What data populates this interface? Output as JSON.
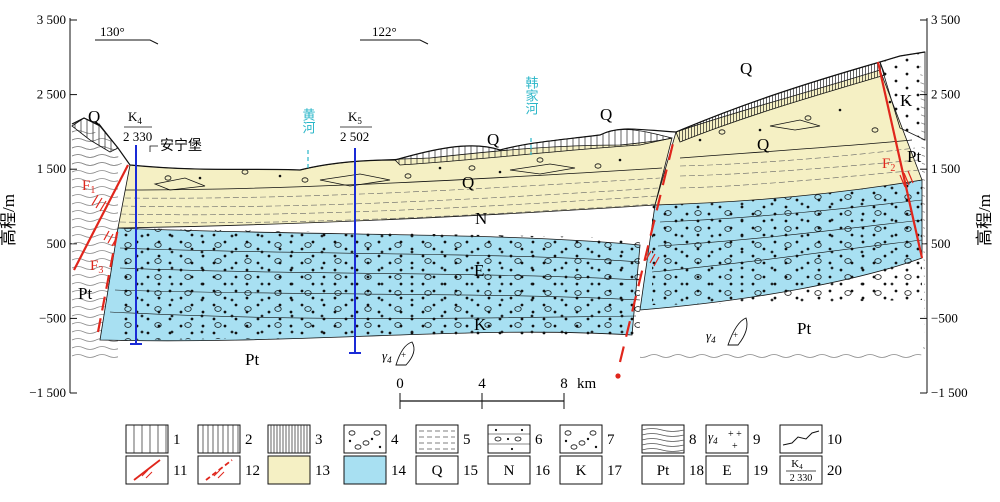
{
  "axis": {
    "ylabel": "高程/m",
    "ticks": [
      "3 500",
      "2 500",
      "1 500",
      "500",
      "−500",
      "−1 500"
    ],
    "tick_values": [
      3500,
      2500,
      1500,
      500,
      -500,
      -1500
    ]
  },
  "bearings": [
    "130°",
    "122°"
  ],
  "wells": [
    {
      "id": "K",
      "sub": "4",
      "depth": "2 330"
    },
    {
      "id": "K",
      "sub": "5",
      "depth": "2 502"
    }
  ],
  "place_label": "安宁堡",
  "rivers": [
    "黄河",
    "韩家河"
  ],
  "faults": [
    {
      "label": "F",
      "sub": "1"
    },
    {
      "label": "F",
      "sub": "2"
    },
    {
      "label": "F",
      "sub": "3"
    }
  ],
  "strata_labels": [
    "Q",
    "Q",
    "Q",
    "Q",
    "Q",
    "Q",
    "N",
    "E",
    "K",
    "K",
    "Pt",
    "Pt",
    "Pt",
    "Pt"
  ],
  "intrusion": {
    "symbol": "γ",
    "sub": "4"
  },
  "scale": {
    "ticks": [
      "0",
      "4",
      "8"
    ],
    "unit": "km"
  },
  "legend": [
    {
      "num": "1",
      "pattern": "vlines-sparse"
    },
    {
      "num": "2",
      "pattern": "vlines-medium"
    },
    {
      "num": "3",
      "pattern": "vlines-dense"
    },
    {
      "num": "4",
      "pattern": "gravel"
    },
    {
      "num": "5",
      "pattern": "dashed-lines"
    },
    {
      "num": "6",
      "pattern": "dotted-gravel-bands"
    },
    {
      "num": "7",
      "pattern": "conglomerate"
    },
    {
      "num": "8",
      "pattern": "wavy-metamorphic"
    },
    {
      "num": "9",
      "pattern": "granite",
      "symbol": "γ",
      "sub": "4"
    },
    {
      "num": "10",
      "pattern": "topography-line"
    },
    {
      "num": "11",
      "pattern": "fault-solid"
    },
    {
      "num": "12",
      "pattern": "fault-inferred"
    },
    {
      "num": "13",
      "pattern": "fill",
      "color": "#f5f0c4"
    },
    {
      "num": "14",
      "pattern": "fill",
      "color": "#a8e0f2"
    },
    {
      "num": "15",
      "text": "Q"
    },
    {
      "num": "16",
      "text": "N"
    },
    {
      "num": "17",
      "text": "K"
    },
    {
      "num": "18",
      "text": "Pt"
    },
    {
      "num": "19",
      "text": "E"
    },
    {
      "num": "20",
      "well_top": "K",
      "well_sub": "4",
      "well_bottom": "2 330"
    }
  ],
  "colors": {
    "yellow": "#f5f0c4",
    "blue": "#a8e0f2",
    "fault": "#e0261c",
    "well": "#1a2bd6",
    "river": "#29b6c8"
  }
}
